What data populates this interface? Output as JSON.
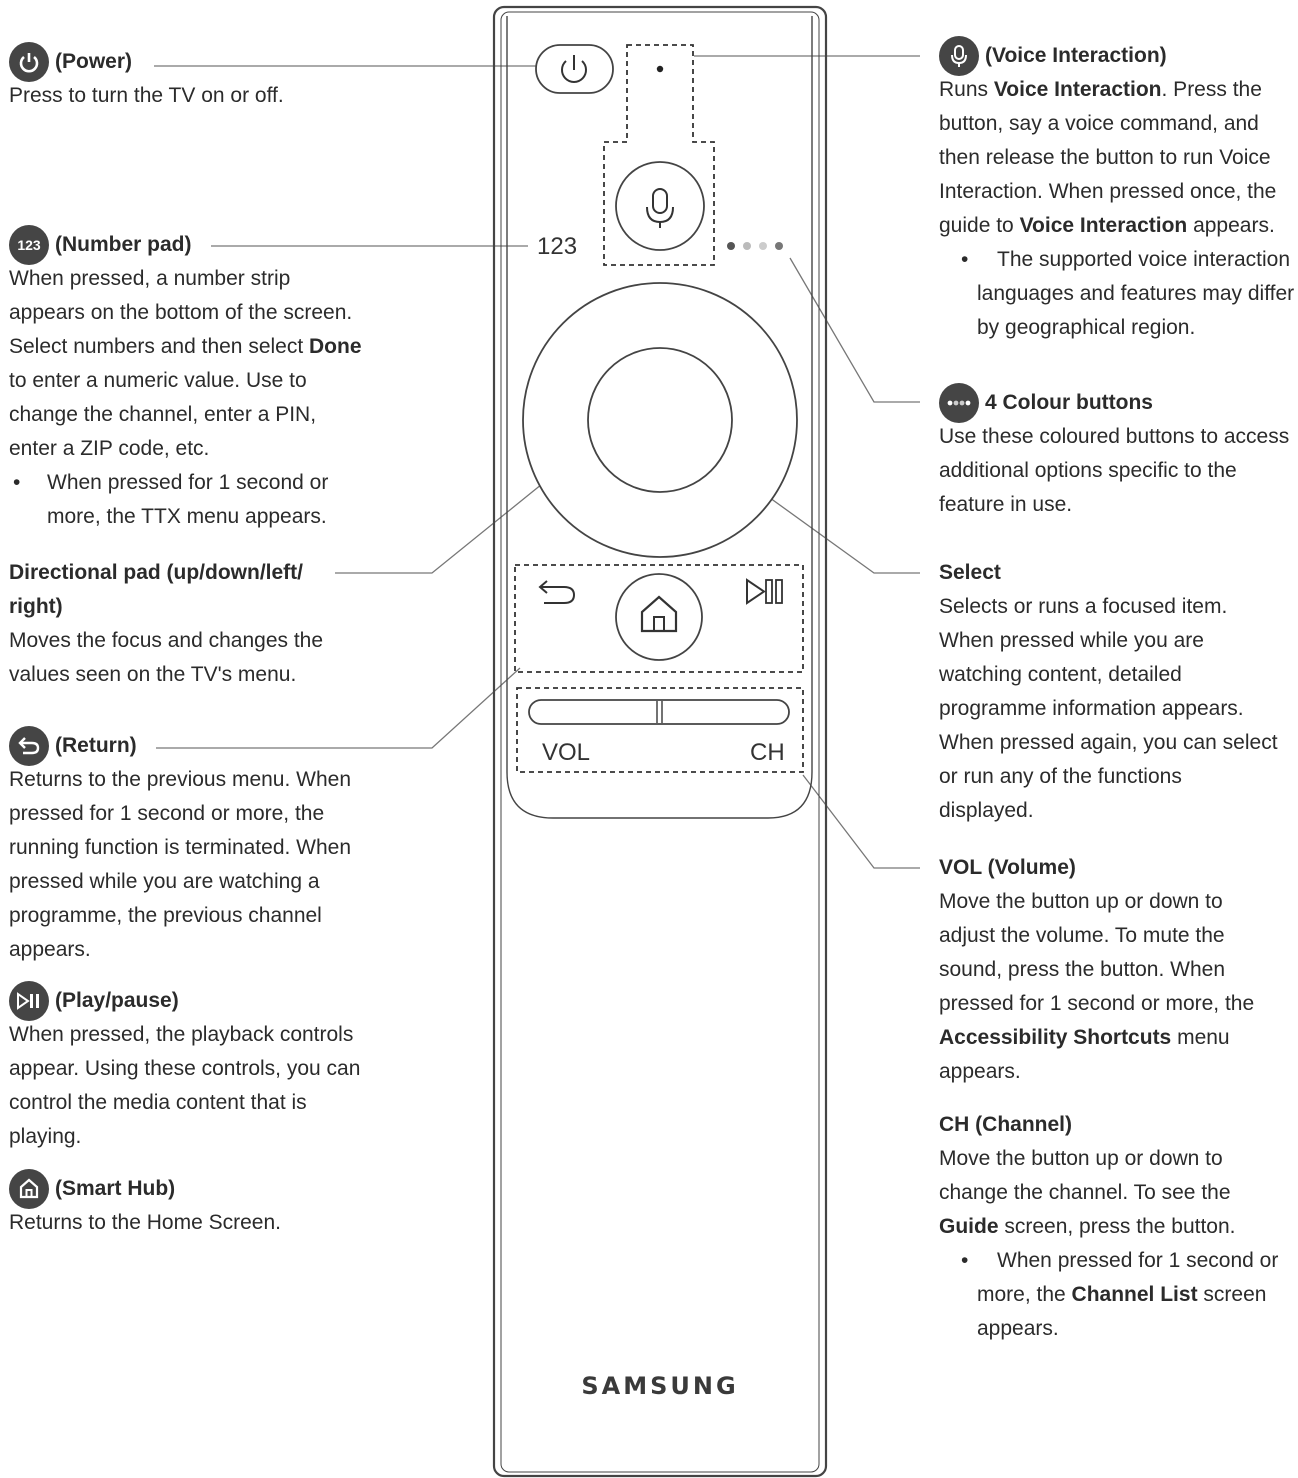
{
  "remote": {
    "number_label": "123",
    "vol_label": "VOL",
    "ch_label": "CH",
    "brand": "SAMSUNG"
  },
  "left": {
    "power": {
      "icon": "power-icon",
      "title": "(Power)",
      "body": "Press to turn the TV on or off."
    },
    "number_pad": {
      "badge": "123",
      "title": "(Number pad)",
      "body_pre": "When pressed, a number strip appears on the bottom of the screen. Select numbers and then select ",
      "body_bold": "Done",
      "body_post": " to enter a numeric value. Use to change the channel, enter a PIN, enter a ZIP code, etc.",
      "bullet": "When pressed for 1 second or more, the TTX menu appears."
    },
    "directional_pad": {
      "title": "Directional pad (up/down/left/ right)",
      "body": "Moves the focus and changes the values seen on the TV's menu."
    },
    "return": {
      "icon": "return-icon",
      "title": "(Return)",
      "body": "Returns to the previous menu. When pressed for 1 second or more, the running function is terminated. When pressed while you are watching a programme, the previous channel appears."
    },
    "play_pause": {
      "icon": "play-pause-icon",
      "title": "(Play/pause)",
      "body": "When pressed, the playback controls appear. Using these controls, you can control the media content that is playing."
    },
    "smart_hub": {
      "icon": "home-icon",
      "title": "(Smart Hub)",
      "body": "Returns to the Home Screen."
    }
  },
  "right": {
    "voice": {
      "icon": "microphone-icon",
      "title": "(Voice Interaction)",
      "body_1": "Runs ",
      "body_bold_1": "Voice Interaction",
      "body_2": ". Press the button, say a voice command, and then release the button to run Voice Interaction. When pressed once, the guide to ",
      "body_bold_2": "Voice Interaction",
      "body_3": " appears.",
      "bullet": "The supported voice interaction languages and features may differ by geographical region."
    },
    "colour": {
      "icon": "colour-dots-icon",
      "title": "4 Colour buttons",
      "body": "Use these coloured buttons to access additional options specific to the feature in use."
    },
    "select": {
      "title": "Select",
      "body": "Selects or runs a focused item. When pressed while you are watching content, detailed programme information appears. When pressed again, you can select or run any of the functions displayed."
    },
    "vol": {
      "title": "VOL (Volume)",
      "body_pre": "Move the button up or down to adjust the volume. To mute the sound, press the button. When pressed for 1 second or more, the ",
      "body_bold": "Accessibility Shortcuts",
      "body_post": " menu appears."
    },
    "ch": {
      "title": "CH (Channel)",
      "body_pre": "Move the button up or down to change the channel. To see the ",
      "body_bold": "Guide",
      "body_post": " screen, press the button.",
      "bullet_pre": "When pressed for 1 second or more, the ",
      "bullet_bold": "Channel List",
      "bullet_post": " screen appears."
    }
  }
}
